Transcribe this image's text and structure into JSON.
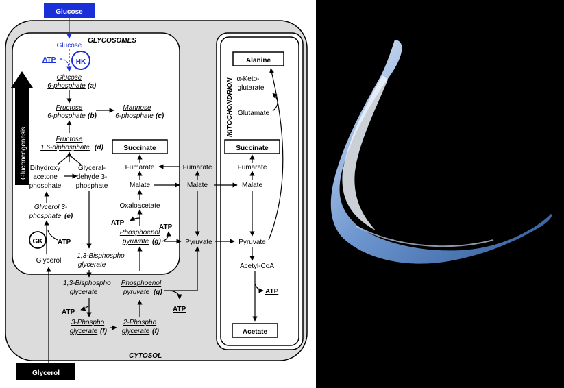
{
  "compartments": {
    "glycosomes": "GLYCOSOMES",
    "mitochondrion": "MITOCHONDRION",
    "cytosol": "CYTOSOL",
    "gluconeogenesis": "Gluconeogenesis"
  },
  "inputs": {
    "glucose_box": "Glucose",
    "glycerol_box": "Glycerol"
  },
  "glycosome": {
    "glucose_small": "Glucose",
    "atp_blue": "ATP",
    "hk": "HK",
    "g6p_1": "Glucose",
    "g6p_2": "6-phosphate",
    "g6p_tag": "(a)",
    "f6p_1": "Fructose",
    "f6p_2": "6-phosphate",
    "f6p_tag": "(b)",
    "m6p_1": "Mannose",
    "m6p_2": "6-phosphate",
    "m6p_tag": "(c)",
    "f16_1": "Fructose",
    "f16_2": "1,6-diphosphate",
    "f16_tag": "(d)",
    "succinate": "Succinate",
    "dhap_1": "Dihydroxy",
    "dhap_2": "acetone",
    "dhap_3": "phosphate",
    "gap_1": "Glyceral-",
    "gap_2": "dehyde 3-",
    "gap_3": "phosphate",
    "fumarate": "Fumarate",
    "malate": "Malate",
    "oxaloacetate": "Oxaloacetate",
    "atp_oxa": "ATP",
    "atp_pep": "ATP",
    "pep_1": "Phosphoenol",
    "pep_2": "pyruvate",
    "pep_tag": "(g)",
    "g3p_1": "Glycerol 3-",
    "g3p_2": "phosphate",
    "g3p_tag": "(e)",
    "gk": "GK",
    "atp_gk": "ATP",
    "glycerol": "Glycerol",
    "bpg_1": "1,3-Bisphospho",
    "bpg_2": "glycerate"
  },
  "cytosol": {
    "fumarate": "Fumarate",
    "malate": "Malate",
    "pyruvate": "Pyruvate",
    "bpg_1": "1,3-Bisphospho",
    "bpg_2": "glycerate",
    "pep_1": "Phosphoenol",
    "pep_2": "pyruvate",
    "pep_tag": "(g)",
    "atp_bpg": "ATP",
    "atp_pep": "ATP",
    "pg3_1": "3-Phospho",
    "pg3_2": "glycerate",
    "pg3_tag": "(f)",
    "pg2_1": "2-Phospho",
    "pg2_2": "glycerate",
    "pg2_tag": "(f)"
  },
  "mitochondrion": {
    "alanine": "Alanine",
    "aketo_1": "α-Keto-",
    "aketo_2": "glutarate",
    "glutamate": "Glutamate",
    "succinate": "Succinate",
    "fumarate": "Fumarate",
    "malate": "Malate",
    "pyruvate": "Pyruvate",
    "acetyl_coa": "Acetyl-CoA",
    "atp": "ATP",
    "acetate": "Acetate"
  },
  "photo": {
    "description_colors": {
      "background": "#000000",
      "cell": "#5b87c4"
    }
  }
}
